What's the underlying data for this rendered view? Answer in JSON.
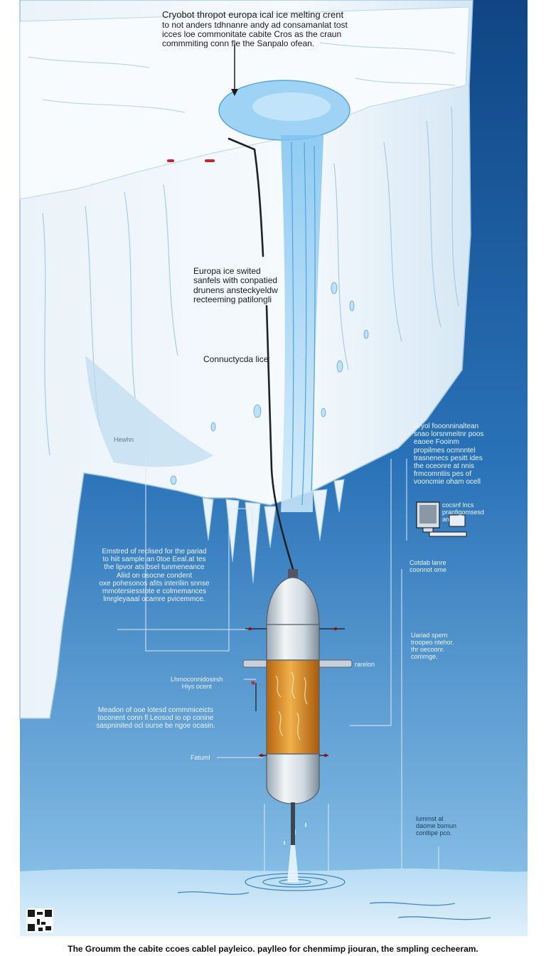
{
  "title_lines": [
    "Cryobot thropot europa ical ice melting crent",
    "to not anders tdhnanre andy ad consamanlat tost",
    "icces loe commonitate cabite Cros as the craun",
    "commmiting conn fle the Sanpalo ofean."
  ],
  "ice_layer_label": [
    "Europa ice swited",
    "sanfels with conpatied",
    "drunens ansteckyeldw",
    "recteeming patilongli"
  ],
  "ice_conductivity_label": "Connuctycda lice",
  "left_small_label": "Hewhn",
  "left_description": [
    "Emstred of reclised for the pariad",
    "to hiit sample an 0toe Eeal.at tes",
    "the lipvor ats bsel tunmeneance",
    "Aliid on osocne condent",
    "oxe pohesonos afits interiliin snnse",
    "mmotersiesstote e colmemances",
    "lmrgleyaaal ocamre pvicemmce."
  ],
  "chamber_label": [
    "Lhrnoconnidosirsh",
    "Hiys ocent"
  ],
  "left_bottom_description": [
    "Meadon of ooe lotesd commmiceicts",
    "toconent conn fl Leosod io op conine",
    "saspninited ocl ourse be ngoe ocasin."
  ],
  "fin_label": "Fatuml",
  "right_top_description": [
    "Eryol fooonninaltean",
    "snao lorsnmeitnr poos",
    "eaoee Fooinm",
    "propilmes ocmnntel",
    "trasnenecs pesitt ides",
    "the oceonre at nnis",
    "frmcomntiis pes of",
    "vooncmie oham ocell"
  ],
  "computer_label": [
    "cocsnf lncs",
    "pranfigomsesd",
    "ans"
  ],
  "right_mid_label": [
    "Cotdab lanre",
    "coonnot ome"
  ],
  "right_lower_label": [
    "Uariad spern",
    "troopeo ntehor.",
    "thr oecoonr.",
    "comrnge."
  ],
  "probe_port_label": "rarelon",
  "ocean_label": [
    "lummst al",
    "daome bsmun",
    "conltipe pco."
  ],
  "bottom_caption": "The Groumm the cabite ccoes cablel payleico. paylleo for chenmimp jiouran, the smpling cecheeram.",
  "icons": [
    "qr-code-icon",
    "computer-icon"
  ],
  "colors": {
    "ocean_deep": "#134d8f",
    "ocean_mid": "#2f7cc0",
    "ocean_light": "#8ec4ea",
    "ice_white": "#f3f8fc",
    "ice_shadow": "#bdd9ee",
    "meltwater": "#9fd3f5",
    "sample_orange": "#e39a2a",
    "probe_silver": "#dfe6ec"
  }
}
